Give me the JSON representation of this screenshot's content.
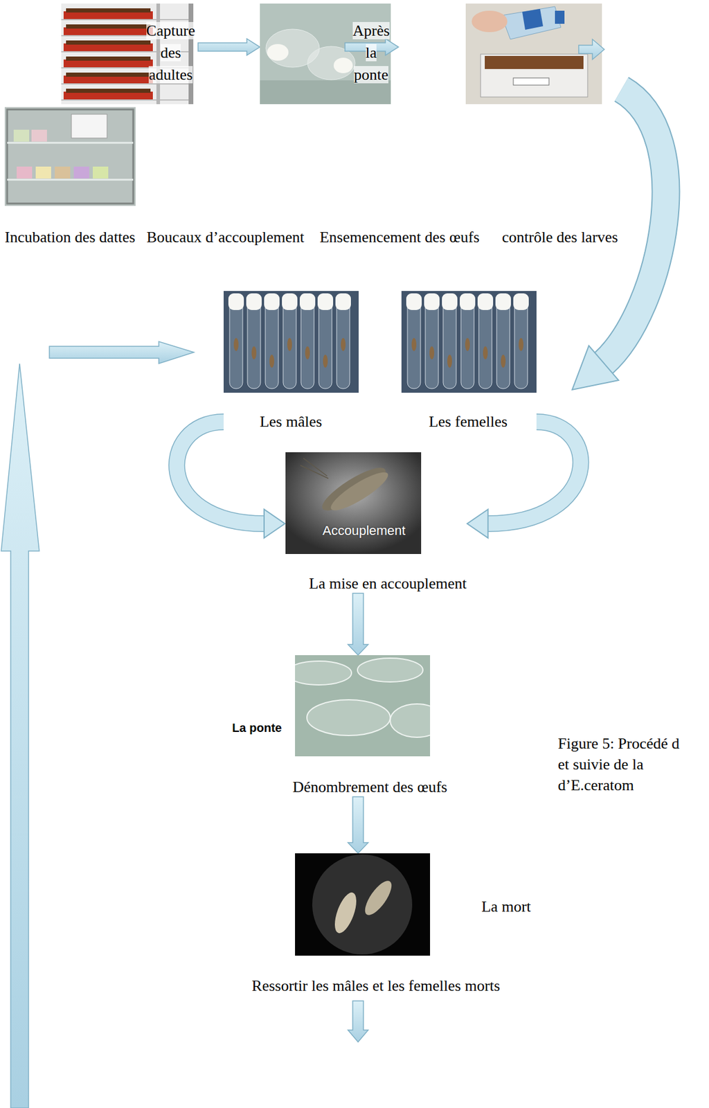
{
  "diagram": {
    "caption": "Figure 5: Procédé d et suivie de la d’E.ceratom",
    "nodes": [
      {
        "text": [
          "Capture des adultes"
        ]
      },
      {
        "text": [
          "Après la ponte"
        ]
      },
      {
        "text": [
          "Les mâles"
        ]
      },
      {
        "text": [
          "Les femelles"
        ]
      },
      {
        "text": [
          "Accouplement",
          "La mise en accouplement"
        ]
      },
      {
        "text": [
          "La ponte",
          "Dénombrement des œufs"
        ]
      },
      {
        "text": [
          "La mort",
          "Ressortir les mâles et les femelles morts"
        ]
      }
    ],
    "edges": [
      {
        "from": 0,
        "to": 1,
        "arrow": "to"
      },
      {
        "from": 2,
        "to": 4,
        "arrow": "to"
      },
      {
        "from": 3,
        "to": 4,
        "arrow": "to"
      },
      {
        "from": 4,
        "to": 5,
        "arrow": "to"
      },
      {
        "from": 5,
        "to": 6,
        "arrow": "to"
      }
    ],
    "labels": [
      "Incubation des dattes",
      "Boucaux d’accouplement",
      "Ensemencement des œufs",
      "contrôle des larves"
    ]
  }
}
